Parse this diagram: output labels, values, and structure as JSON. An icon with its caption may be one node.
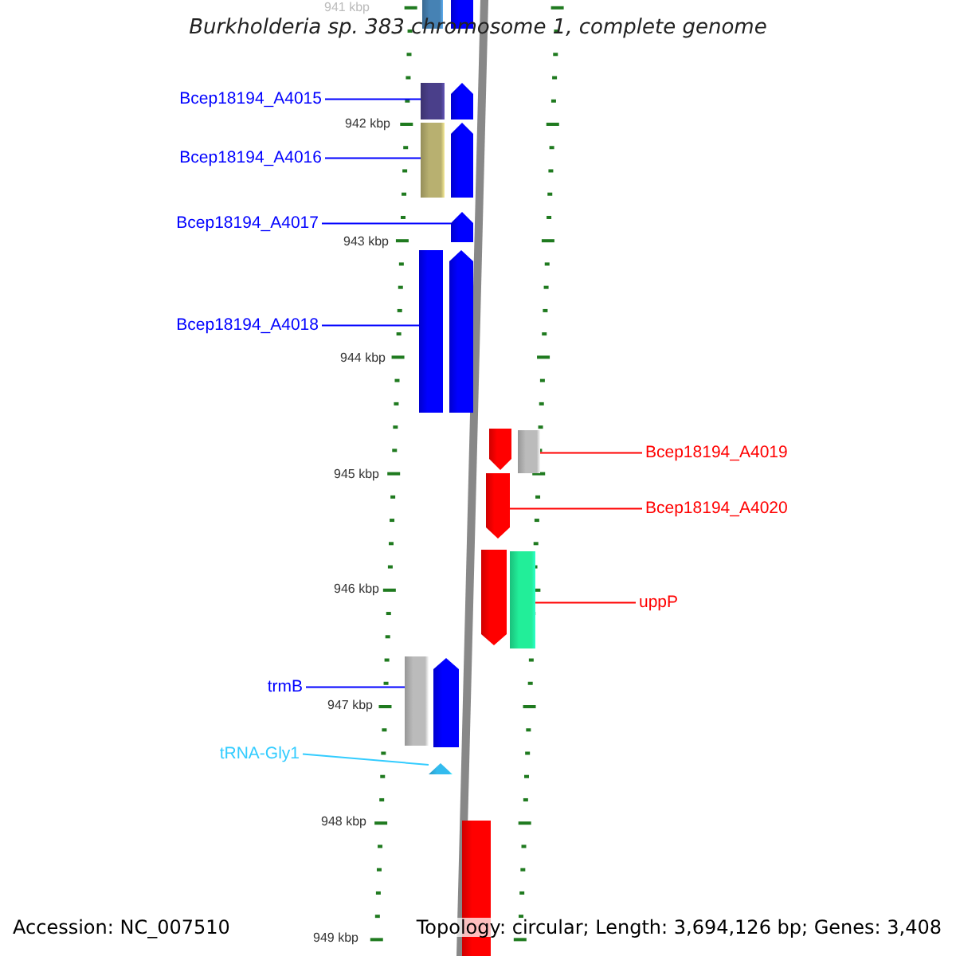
{
  "diagram": {
    "title": "Burkholderia sp. 383 chromosome 1, complete genome",
    "nodes": [
      {
        "text": [
          "Bcep18194_A4015"
        ]
      },
      {
        "text": [],
        "shape": "bar"
      },
      {
        "text": [
          "Bcep18194_A4016"
        ]
      },
      {
        "text": [],
        "shape": "bar"
      },
      {
        "text": [
          "Bcep18194_A4017"
        ]
      },
      {
        "text": [],
        "shape": "bar"
      },
      {
        "text": [
          "Bcep18194_A4018"
        ]
      },
      {
        "text": [],
        "shape": "bar"
      },
      {
        "text": [
          "Bcep18194_A4019"
        ]
      },
      {
        "text": [],
        "shape": "bar"
      },
      {
        "text": [
          "Bcep18194_A4020"
        ]
      },
      {
        "text": [],
        "shape": "bar"
      },
      {
        "text": [
          "uppP"
        ]
      },
      {
        "text": [],
        "shape": "bar"
      },
      {
        "text": [
          "trmB"
        ]
      },
      {
        "text": [],
        "shape": "bar"
      },
      {
        "text": [
          "tRNA-Gly1"
        ]
      },
      {
        "text": [],
        "shape": "triangle"
      },
      {
        "text": [],
        "shape": "bar"
      },
      {
        "text": [],
        "shape": "bar"
      }
    ],
    "edges": [
      {
        "from": 0,
        "to": 1,
        "arrow": "none"
      },
      {
        "from": 2,
        "to": 3,
        "arrow": "none"
      },
      {
        "from": 4,
        "to": 5,
        "arrow": "none"
      },
      {
        "from": 6,
        "to": 7,
        "arrow": "none"
      },
      {
        "from": 8,
        "to": 9,
        "arrow": "none",
        "color": "#ff0000"
      },
      {
        "from": 10,
        "to": 11,
        "arrow": "none",
        "color": "#ff0000"
      },
      {
        "from": 12,
        "to": 13,
        "arrow": "none",
        "color": "#ff0000"
      },
      {
        "from": 14,
        "to": 15,
        "arrow": "none"
      },
      {
        "from": 16,
        "to": 17,
        "arrow": "none",
        "color": "#33ccff"
      }
    ],
    "labels": [
      "941 kbp",
      "942 kbp",
      "943 kbp",
      "944 kbp",
      "945 kbp",
      "946 kbp",
      "947 kbp",
      "948 kbp",
      "949 kbp",
      "Accession: NC_007510",
      "Topology: circular; Length: 3,694,126 bp; Genes: 3,408"
    ]
  }
}
